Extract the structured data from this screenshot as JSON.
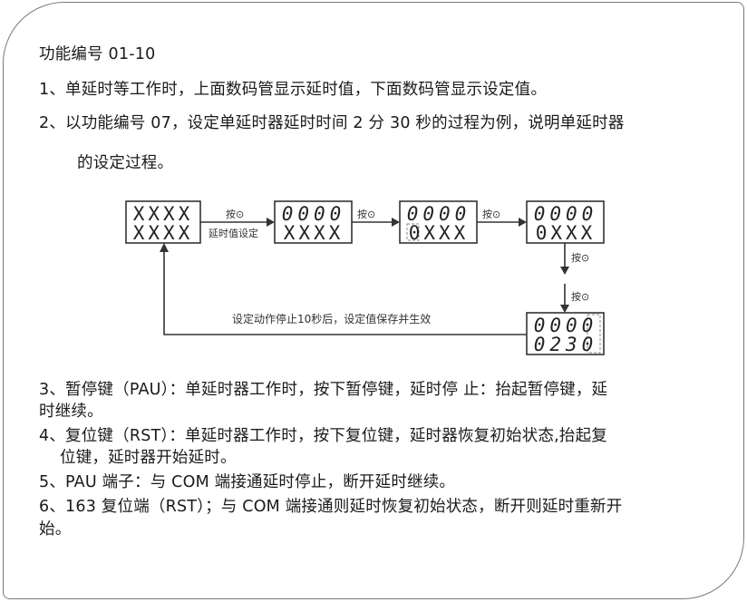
{
  "document": {
    "title": "功能编号 01-10",
    "line1": "1、单延时等工作时，上面数码管显示延时值，下面数码管显示设定值。",
    "line2a": "2、以功能编号 07，设定单延时器延时时间 2 分 30 秒的过程为例，说明单延时器",
    "line2b": "的设定过程。",
    "line3a": "3、暂停键（PAU）：单延时器工作时，按下暂停键，延时停 止：抬起暂停键，延",
    "line3b": "时继续。",
    "line4a": "4、复位键（RST）：单延时器工作时，按下复位键，延时器恢复初始状态,抬起复",
    "line4b": "位键，延时器开始延时。",
    "line5": "5、PAU 端子：与 COM 端接通延时停止，断开延时继续。",
    "line6a": "6、163 复位端（RST）；与 COM 端接通则延时恢复初始状态，断开则延时重新开",
    "line6b": "始。"
  },
  "diagram": {
    "box1": {
      "top": "XXXX",
      "bottom": "XXXX"
    },
    "box2": {
      "top": "0000",
      "bottom": "XXXX"
    },
    "box3": {
      "top": "0000",
      "bottom": "0XXX"
    },
    "box4": {
      "top": "0000",
      "bottom": "0XXX"
    },
    "box5": {
      "top": "0000",
      "bottom": "0230"
    },
    "arrow1_label_top": "按⊙",
    "arrow1_label_bottom": "延时值设定",
    "arrow2_label": "按⊙",
    "arrow3_label": "按⊙",
    "arrow4_label": "按⊙",
    "arrow5_label": "按⊙",
    "return_label": "设定动作停止10秒后，设定值保存并生效"
  }
}
